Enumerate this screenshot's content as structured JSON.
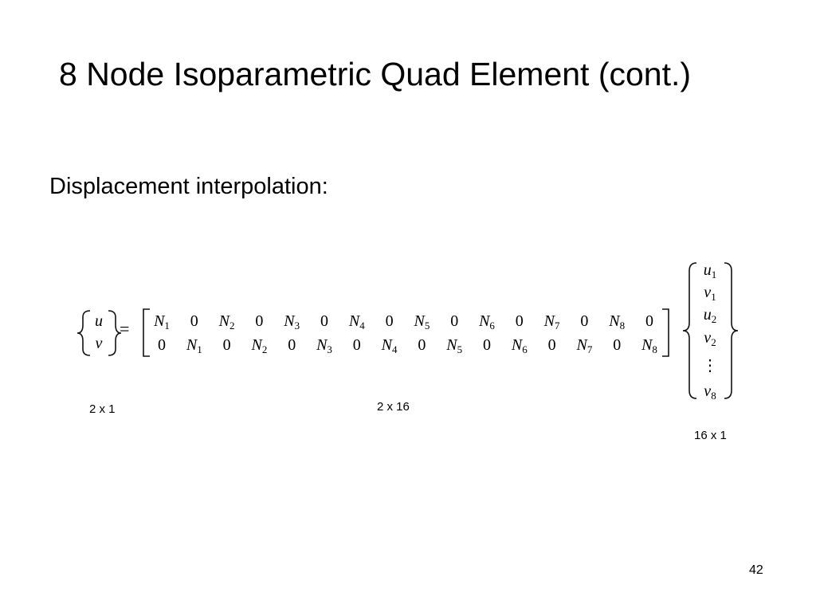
{
  "slide": {
    "title": "8 Node Isoparametric Quad Element (cont.)",
    "subtitle": "Displacement interpolation:",
    "page_number": "42"
  },
  "equation": {
    "lhs": [
      {
        "sym": "u",
        "sub": ""
      },
      {
        "sym": "v",
        "sub": ""
      }
    ],
    "equals": "=",
    "matrix_rows": [
      [
        [
          "N",
          "1"
        ],
        [
          "0",
          ""
        ],
        [
          "N",
          "2"
        ],
        [
          "0",
          ""
        ],
        [
          "N",
          "3"
        ],
        [
          "0",
          ""
        ],
        [
          "N",
          "4"
        ],
        [
          "0",
          ""
        ],
        [
          "N",
          "5"
        ],
        [
          "0",
          ""
        ],
        [
          "N",
          "6"
        ],
        [
          "0",
          ""
        ],
        [
          "N",
          "7"
        ],
        [
          "0",
          ""
        ],
        [
          "N",
          "8"
        ],
        [
          "0",
          ""
        ]
      ],
      [
        [
          "0",
          ""
        ],
        [
          "N",
          "1"
        ],
        [
          "0",
          ""
        ],
        [
          "N",
          "2"
        ],
        [
          "0",
          ""
        ],
        [
          "N",
          "3"
        ],
        [
          "0",
          ""
        ],
        [
          "N",
          "4"
        ],
        [
          "0",
          ""
        ],
        [
          "N",
          "5"
        ],
        [
          "0",
          ""
        ],
        [
          "N",
          "6"
        ],
        [
          "0",
          ""
        ],
        [
          "N",
          "7"
        ],
        [
          "0",
          ""
        ],
        [
          "N",
          "8"
        ]
      ]
    ],
    "rhs": [
      {
        "sym": "u",
        "sub": "1"
      },
      {
        "sym": "v",
        "sub": "1"
      },
      {
        "sym": "u",
        "sub": "2"
      },
      {
        "sym": "v",
        "sub": "2"
      },
      {
        "sym": "⋮",
        "sub": ""
      },
      {
        "sym": "v",
        "sub": "8"
      }
    ]
  },
  "dimensions": {
    "lhs": "2 x 1",
    "matrix": "2 x 16",
    "rhs": "16 x 1"
  }
}
